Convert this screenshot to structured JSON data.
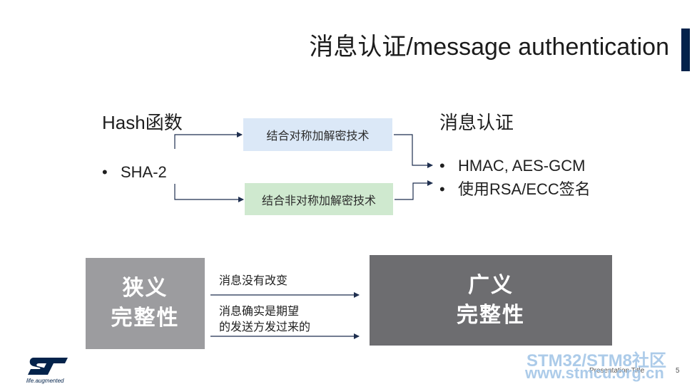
{
  "title": "消息认证/message authentication",
  "left_column": {
    "heading": "Hash函数",
    "bullet": "SHA-2"
  },
  "right_column": {
    "heading": "消息认证",
    "bullets": [
      "HMAC, AES-GCM",
      "使用RSA/ECC签名"
    ]
  },
  "boxes": {
    "symmetric": "结合对称加解密技术",
    "asymmetric": "结合非对称加解密技术"
  },
  "integrity": {
    "narrow_line1": "狭义",
    "narrow_line2": "完整性",
    "broad_line1": "广义",
    "broad_line2": "完整性",
    "arrow1_label": "消息没有改变",
    "arrow2_label_line1": "消息确实是期望",
    "arrow2_label_line2": "的发送方发过来的"
  },
  "footer": {
    "presentation_title": "Presentation Title",
    "page_number": "5",
    "logo_tagline": "life.augmented"
  },
  "watermark": {
    "line1": "STM32/STM8社区",
    "line2": "www.stmcu.org.cn"
  },
  "colors": {
    "accent_bar": "#03234b",
    "blue_box": "#dbe8f7",
    "green_box": "#cfe9cf",
    "narrow_box": "#9c9c9f",
    "broad_box": "#6d6d70",
    "logo": "#03234b"
  }
}
